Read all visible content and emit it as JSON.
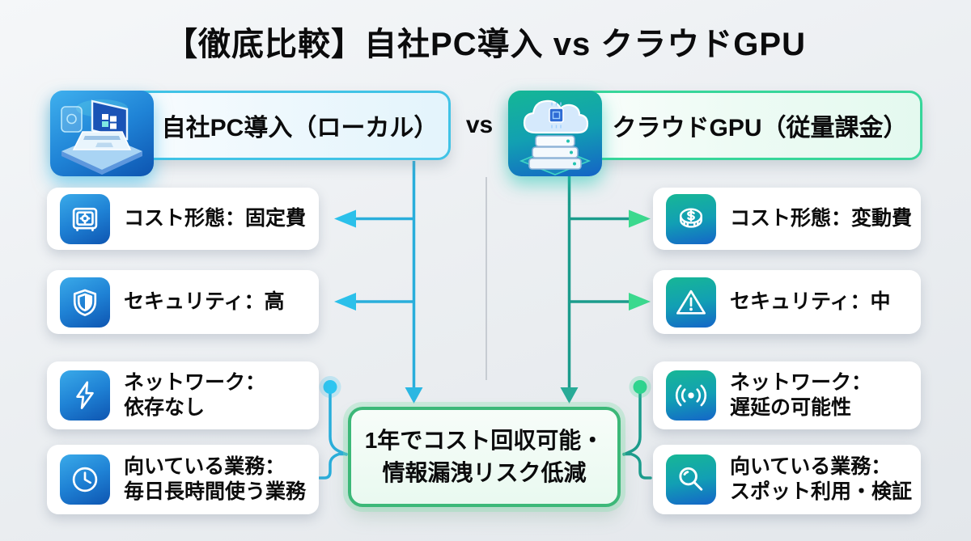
{
  "title": "【徹底比較】自社PC導入 vs クラウドGPU",
  "versus": "vs",
  "left": {
    "header": {
      "label": "自社PC導入（ローカル）",
      "icon": "laptop-illustration"
    },
    "accent_line": "#29aedb",
    "accent_arrow": "#2bc0ea",
    "accent_dot": "#2cc5f0",
    "items": [
      {
        "icon": "safe-icon",
        "lines": [
          "コスト形態：固定費"
        ]
      },
      {
        "icon": "shield-icon",
        "lines": [
          "セキュリティ：高"
        ]
      },
      {
        "icon": "lightning-icon",
        "lines": [
          "ネットワーク：",
          "依存なし"
        ]
      },
      {
        "icon": "clock-icon",
        "lines": [
          "向いている業務：",
          "毎日長時間使う業務"
        ]
      }
    ]
  },
  "right": {
    "header": {
      "label": "クラウドGPU（従量課金）",
      "icon": "cloud-server-illustration"
    },
    "accent_line": "#1b9c8c",
    "accent_arrow": "#3bd98e",
    "accent_dot": "#2fd48e",
    "items": [
      {
        "icon": "coin-icon",
        "lines": [
          "コスト形態：変動費"
        ]
      },
      {
        "icon": "warning-icon",
        "lines": [
          "セキュリティ：中"
        ]
      },
      {
        "icon": "signal-icon",
        "lines": [
          "ネットワーク：",
          "遅延の可能性"
        ]
      },
      {
        "icon": "search-icon",
        "lines": [
          "向いている業務：",
          "スポット利用・検証"
        ]
      }
    ]
  },
  "conclusion": {
    "lines": [
      "1年でコスト回収可能・",
      "情報漏洩リスク低減"
    ]
  },
  "colors": {
    "background": "#eceff2",
    "card_background": "#ffffff",
    "left_header_border": "#41c3e6",
    "right_header_border": "#37d69a",
    "conclusion_border": "#3cb878",
    "divider": "#c7ccd2",
    "title_text": "#0b0b0c"
  }
}
